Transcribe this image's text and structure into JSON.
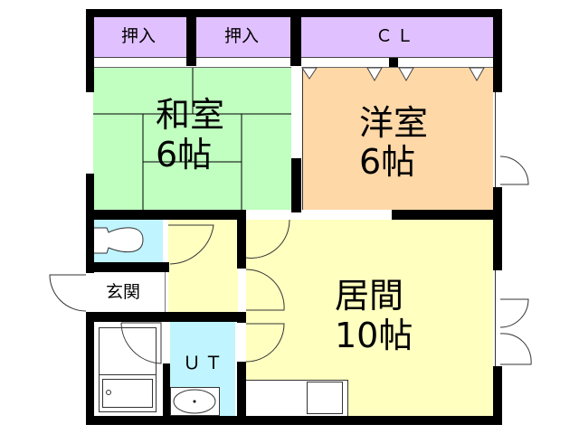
{
  "floorplan": {
    "colors": {
      "wall": "#000000",
      "closet": "#e0c0ff",
      "washitsu": "#c0ffc0",
      "youshitsu": "#ffd8a8",
      "living": "#ffffc0",
      "wet_area": "#c0f4ff",
      "fixture": "#ffffff"
    },
    "closets": [
      {
        "label": "押入"
      },
      {
        "label": "押入"
      },
      {
        "label": "ＣＬ"
      }
    ],
    "rooms": {
      "washitsu": {
        "name": "和室",
        "size": "6帖"
      },
      "youshitsu": {
        "name": "洋室",
        "size": "6帖"
      },
      "living": {
        "name": "居間",
        "size": "10帖"
      },
      "entrance": {
        "name": "玄関"
      },
      "utility": {
        "name": "ＵＴ"
      }
    }
  }
}
